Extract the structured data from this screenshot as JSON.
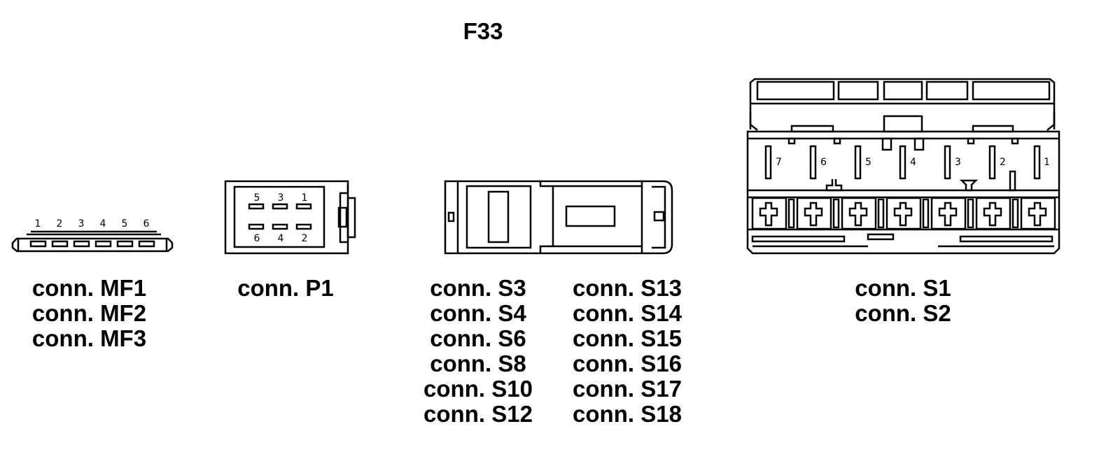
{
  "title": "F33",
  "connectors": {
    "mf": {
      "pins": [
        "1",
        "2",
        "3",
        "4",
        "5",
        "6"
      ],
      "labels": [
        "conn. MF1",
        "conn. MF2",
        "conn. MF3"
      ]
    },
    "p1": {
      "pins_top": [
        "5",
        "3",
        "1"
      ],
      "pins_bottom": [
        "6",
        "4",
        "2"
      ],
      "labels": [
        "conn. P1"
      ]
    },
    "s_small": {
      "labels_left": [
        "conn. S3",
        "conn. S4",
        "conn. S6",
        "conn. S8",
        "conn. S10",
        "conn. S12"
      ],
      "labels_right": [
        "conn. S13",
        "conn. S14",
        "conn. S15",
        "conn. S16",
        "conn. S17",
        "conn. S18"
      ]
    },
    "s_big": {
      "pins": [
        "7",
        "6",
        "5",
        "4",
        "3",
        "2",
        "1"
      ],
      "labels": [
        "conn. S1",
        "conn. S2"
      ]
    }
  }
}
